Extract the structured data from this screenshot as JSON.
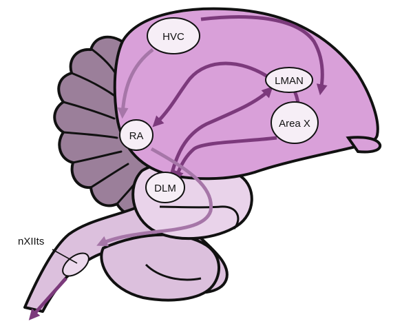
{
  "nuclei": {
    "hvc": "HVC",
    "ra": "RA",
    "lman": "LMAN",
    "area_x": "Area X",
    "dlm": "DLM",
    "nxllts": "nXIIts"
  },
  "colors": {
    "cerebrum": "#d9a0d9",
    "cerebellum": "#9b7f9a",
    "midbrain": "#e9d3ea",
    "brainstem": "#dcc0dd",
    "arrow": "#7c3a7c",
    "arrow_faint": "#a676a8",
    "node_fill": "#f6eef6",
    "outline": "#111111"
  }
}
